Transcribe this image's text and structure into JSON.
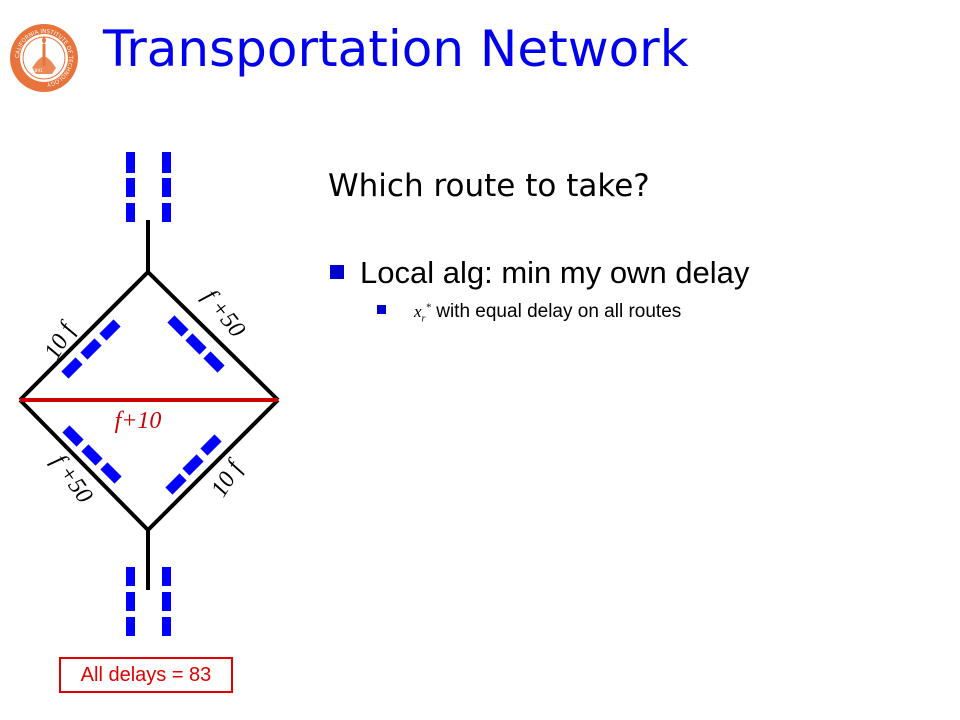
{
  "slide": {
    "title": "Transportation Network",
    "question": "Which route to take?",
    "bullets": [
      {
        "text": "Local alg: min my own delay"
      },
      {
        "math_base": "x",
        "math_sub": "r",
        "math_sup": "*",
        "text": " with equal delay on all routes"
      }
    ],
    "result_box": "All delays = 83"
  },
  "logo": {
    "icon": "caltech-seal-icon",
    "ring_text": "CALIFORNIA INSTITUTE OF TECHNOLOGY",
    "year": "1891",
    "color": "#e8743b"
  },
  "network": {
    "edge_labels": {
      "top_left": "10 f",
      "top_right": "f +50",
      "middle": "f+10",
      "bottom_left": "f +50",
      "bottom_right": "10 f"
    },
    "colors": {
      "edges": "#000000",
      "middle_edge": "#cc0000",
      "traffic": "#0000ff",
      "middle_label": "#cc0000"
    }
  }
}
